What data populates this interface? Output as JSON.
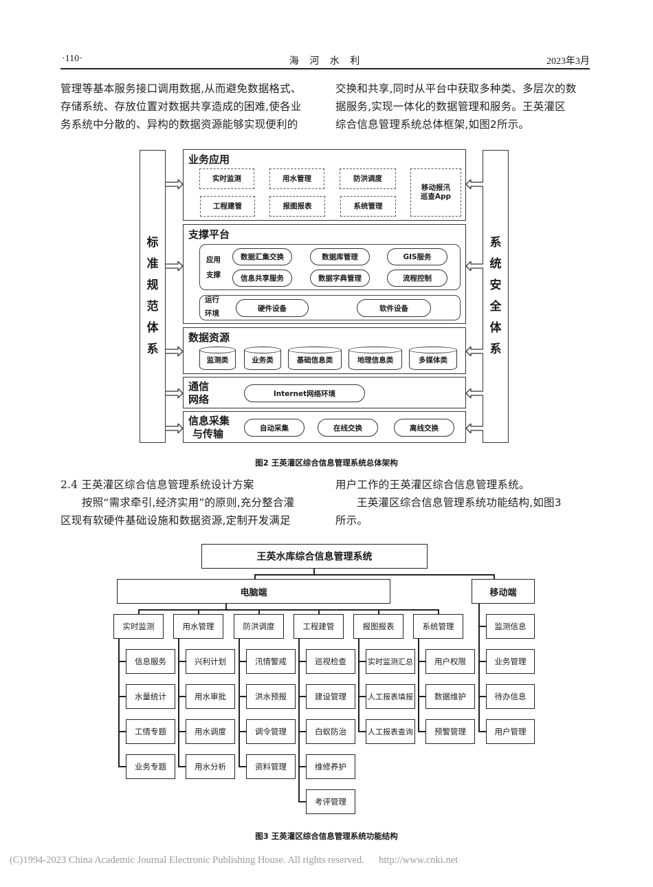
{
  "header": {
    "page_number": "·110·",
    "journal": "海 河 水 利",
    "issue_date": "2023年3月"
  },
  "top_text": {
    "left_col": [
      "管理等基本服务接口调用数据,从而避免数据格式、",
      "存储系统、存放位置对数据共享造成的困难,使各业",
      "务系统中分散的、异构的数据资源能够实现便利的"
    ],
    "right_col": [
      "交换和共享,同时从平台中获取多种类、多层次的数",
      "据服务,实现一体化的数据管理和服务。王英灌区",
      "综合信息管理系统总体框架,如图2所示。"
    ]
  },
  "figure2": {
    "left_column": [
      "标",
      "准",
      "规",
      "范",
      "体",
      "系"
    ],
    "right_column": [
      "系",
      "统",
      "安",
      "全",
      "体",
      "系"
    ],
    "layers": {
      "business": {
        "title": "业务应用",
        "items": [
          "实时监测",
          "用水管理",
          "防洪调度",
          "工程建管",
          "报图报表",
          "系统管理"
        ],
        "mobile_line1": "移动报汛",
        "mobile_line2": "巡查App"
      },
      "support": {
        "title": "支撑平台",
        "app_label_1": "应用",
        "app_label_2": "支撑",
        "app_items": [
          "数据汇集交换",
          "数据库管理",
          "GIS服务",
          "信息共享服务",
          "数据字典管理",
          "流程控制"
        ],
        "env_label_1": "运行",
        "env_label_2": "环境",
        "env_items": [
          "硬件设备",
          "软件设备"
        ]
      },
      "data": {
        "title": "数据资源",
        "items": [
          "监测类",
          "业务类",
          "基础信息类",
          "地理信息类",
          "多媒体类"
        ]
      },
      "network": {
        "title_1": "通信",
        "title_2": "网络",
        "item": "Internet网络环境"
      },
      "collection": {
        "title_1": "信息采集",
        "title_2": "与传输",
        "items": [
          "自动采集",
          "在线交换",
          "离线交换"
        ]
      }
    },
    "caption": "图2   王英灌区综合信息管理系统总体架构"
  },
  "mid_text": {
    "section_heading": "2.4   王英灌区综合信息管理系统设计方案",
    "left_col": [
      "按照“需求牵引,经济实用”的原则,充分整合灌",
      "区现有软硬件基础设施和数据资源,定制开发满足"
    ],
    "right_col": [
      "用户工作的王英灌区综合信息管理系统。",
      "王英灌区综合信息管理系统功能结构,如图3",
      "所示。"
    ]
  },
  "figure3": {
    "root": "王英水库综合信息管理系统",
    "pc": "电脑端",
    "mobile": "移动端",
    "pc_modules": [
      {
        "name": "实时监测",
        "children": [
          "信息服务",
          "水量统计",
          "工情专题",
          "业务专题"
        ]
      },
      {
        "name": "用水管理",
        "children": [
          "兴利计划",
          "用水审批",
          "用水调度",
          "用水分析"
        ]
      },
      {
        "name": "防洪调度",
        "children": [
          "汛情警戒",
          "洪水预报",
          "调令管理",
          "资料管理"
        ]
      },
      {
        "name": "工程建管",
        "children": [
          "巡视检查",
          "建设管理",
          "白蚁防治",
          "维修养护",
          "考评管理"
        ]
      },
      {
        "name": "报图报表",
        "children": [
          "实时监测汇总",
          "人工报表填报",
          "人工报表查询"
        ]
      },
      {
        "name": "系统管理",
        "children": [
          "用户权限",
          "数据维护",
          "预警管理"
        ]
      }
    ],
    "mobile_children": [
      "监测信息",
      "业务管理",
      "待办信息",
      "用户管理"
    ],
    "caption": "图3   王英灌区综合信息管理系统功能结构"
  },
  "footer": {
    "copyright": "(C)1994-2023 China Academic Journal Electronic Publishing House. All rights reserved.",
    "url": "http://www.cnki.net"
  }
}
